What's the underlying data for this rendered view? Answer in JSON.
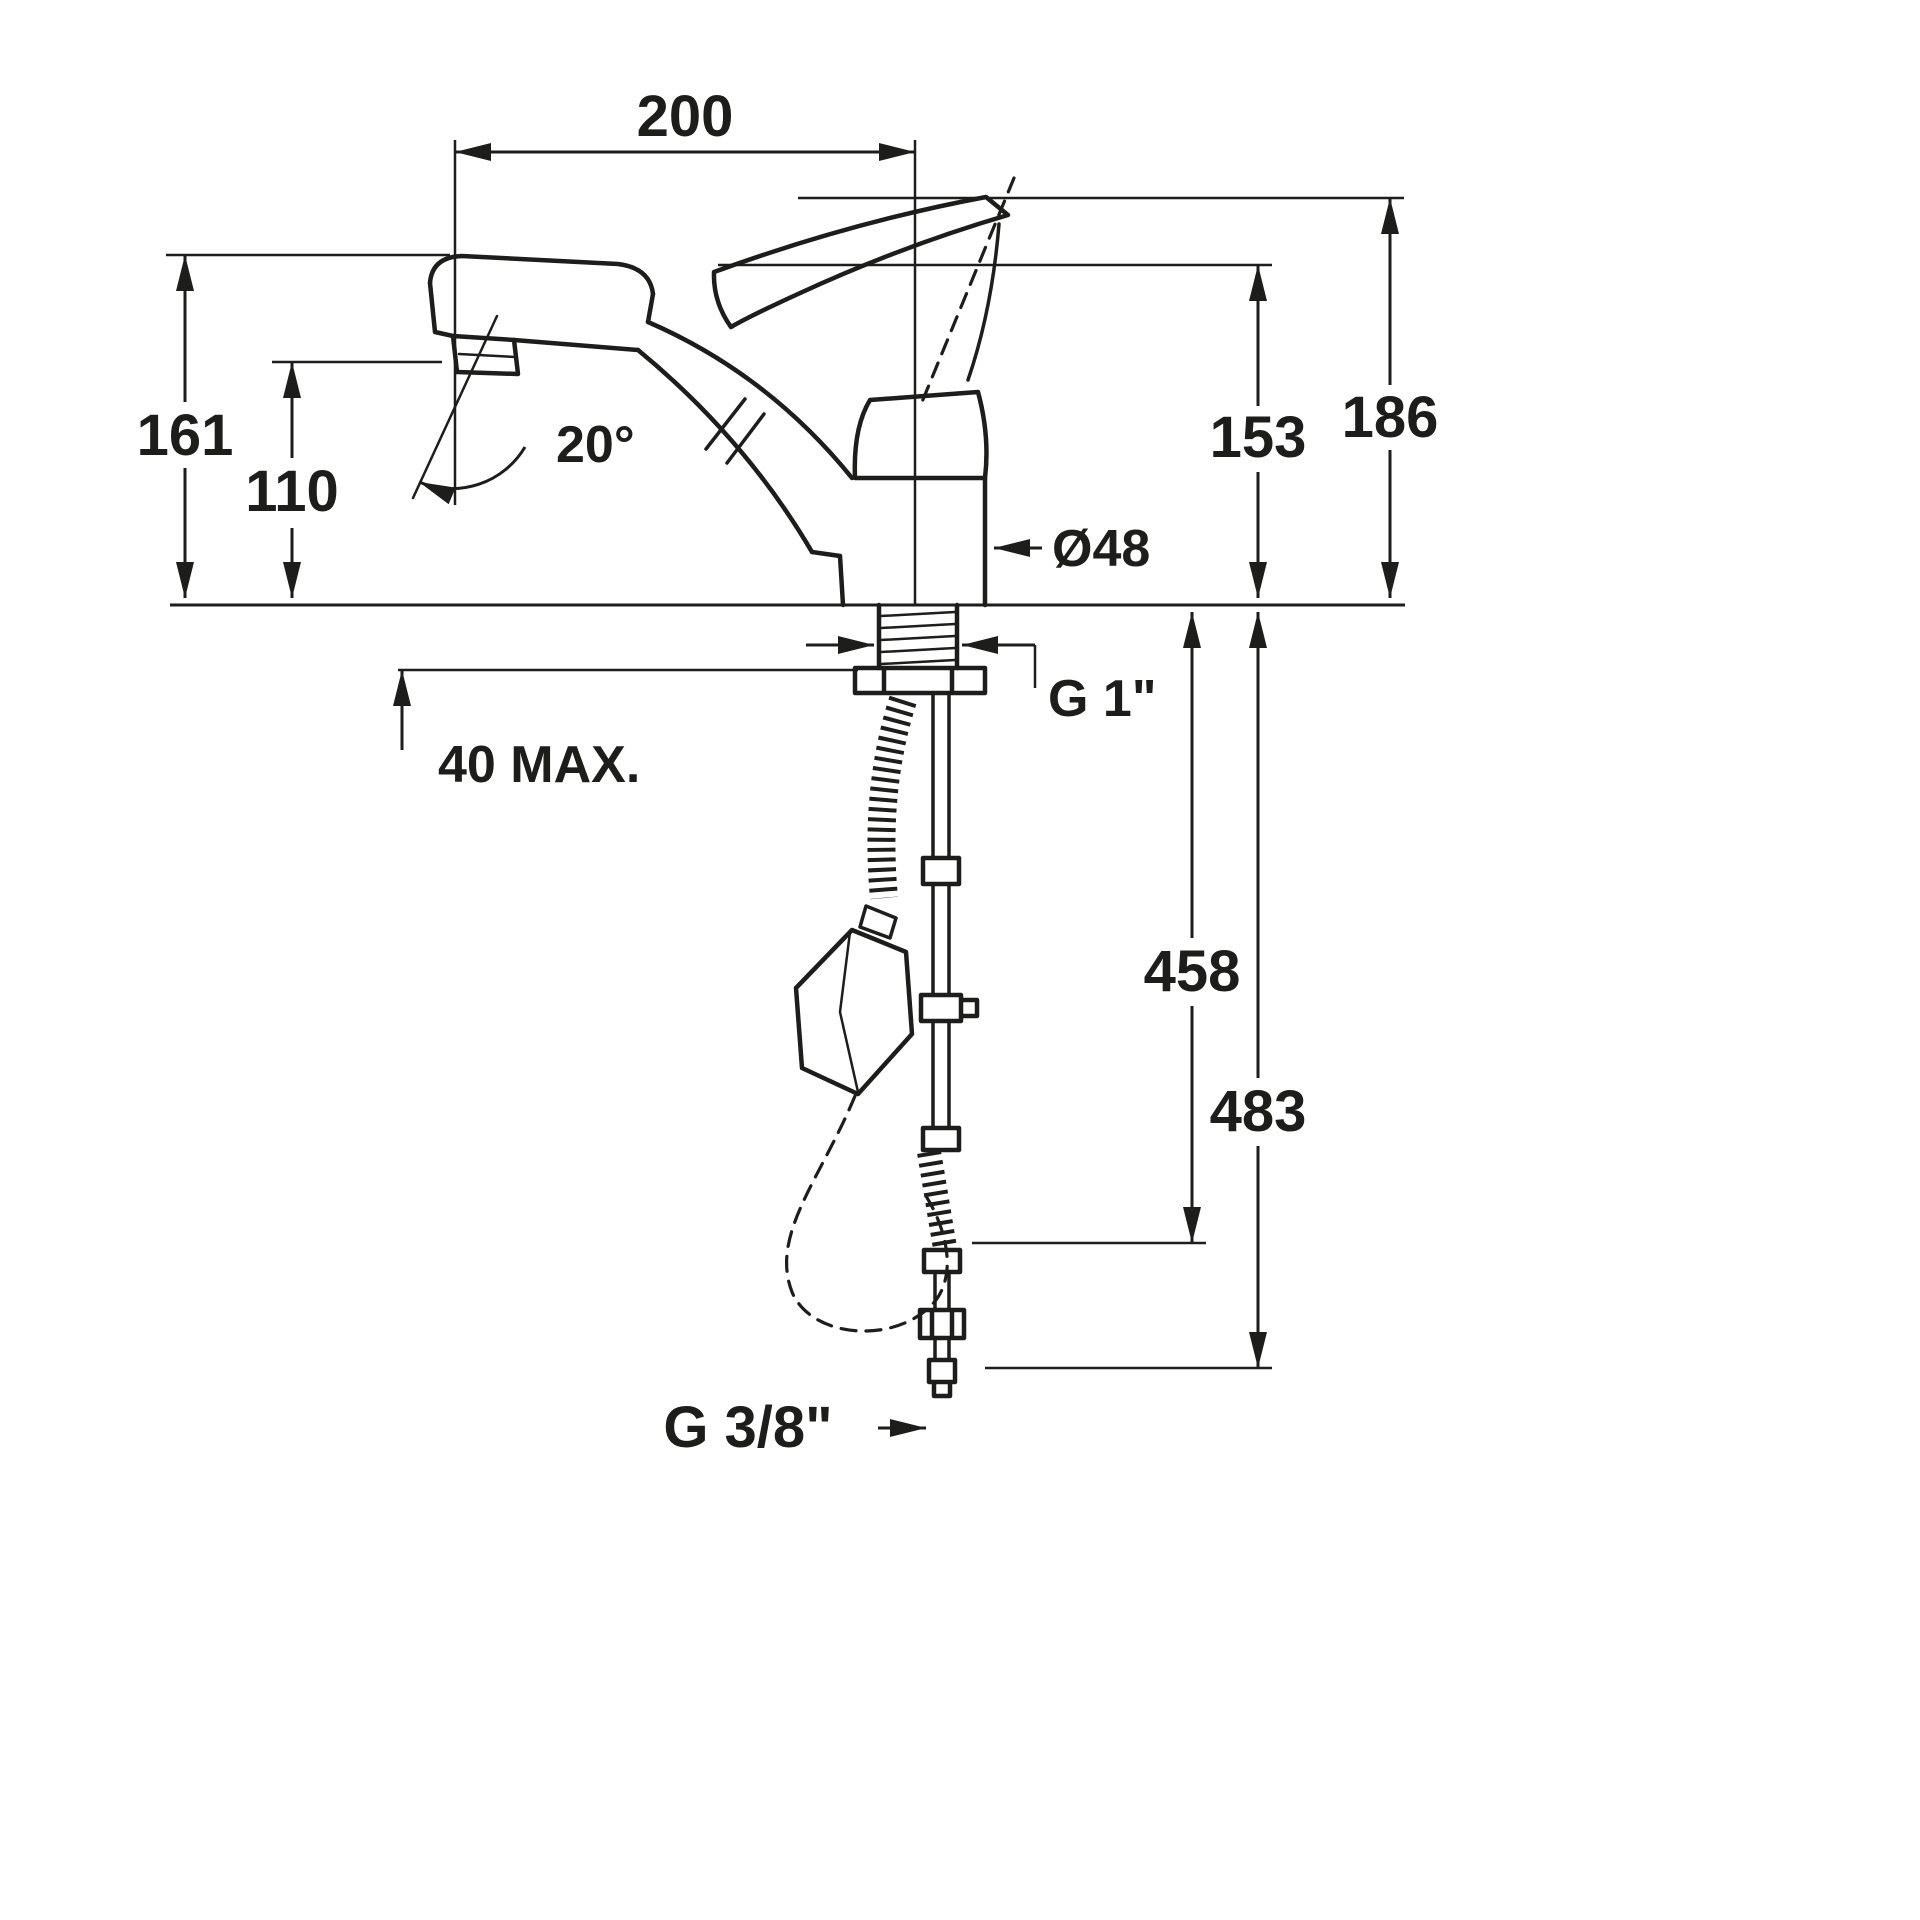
{
  "page": {
    "background": "#ffffff",
    "line_color": "#1d1d1b"
  },
  "drawing": {
    "type": "technical-dimension-drawing",
    "subject": "single-lever kitchen mixer tap with pull-out spray, side view with installation dimensions",
    "labels": {
      "spout_reach": "200",
      "height_to_spout_top": "161",
      "height_to_outlet": "110",
      "spout_angle": "20°",
      "height_to_handle_base": "153",
      "total_height": "186",
      "body_diameter": "Ø48",
      "mounting_thread": "G 1\"",
      "max_mounting_thickness": "40 MAX.",
      "hose_drop_length": "458",
      "supply_drop_length": "483",
      "supply_thread": "G 3/8\""
    }
  }
}
